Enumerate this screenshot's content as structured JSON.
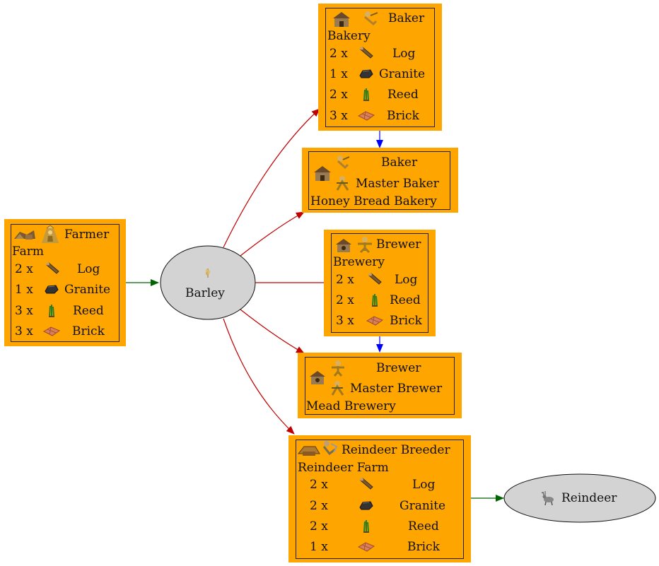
{
  "nodes": {
    "farmer": {
      "title": "Farmer",
      "subtitle": "Farm",
      "rows": [
        {
          "qty": "2 x",
          "name": "Log"
        },
        {
          "qty": "1 x",
          "name": "Granite"
        },
        {
          "qty": "3 x",
          "name": "Reed"
        },
        {
          "qty": "3 x",
          "name": "Brick"
        }
      ]
    },
    "barley": {
      "label": "Barley"
    },
    "baker": {
      "title": "Baker",
      "subtitle": "Bakery",
      "rows": [
        {
          "qty": "2 x",
          "name": "Log"
        },
        {
          "qty": "1 x",
          "name": "Granite"
        },
        {
          "qty": "2 x",
          "name": "Reed"
        },
        {
          "qty": "3 x",
          "name": "Brick"
        }
      ]
    },
    "honey_bakery": {
      "worker1": "Baker",
      "worker2": "Master Baker",
      "building": "Honey Bread Bakery"
    },
    "brewer": {
      "title": "Brewer",
      "subtitle": "Brewery",
      "rows": [
        {
          "qty": "2 x",
          "name": "Log"
        },
        {
          "qty": "2 x",
          "name": "Reed"
        },
        {
          "qty": "3 x",
          "name": "Brick"
        }
      ]
    },
    "mead_brewery": {
      "worker1": "Brewer",
      "worker2": "Master Brewer",
      "building": "Mead Brewery"
    },
    "reindeer_breeder": {
      "title": "Reindeer Breeder",
      "subtitle": "Reindeer Farm",
      "rows": [
        {
          "qty": "2 x",
          "name": "Log"
        },
        {
          "qty": "2 x",
          "name": "Granite"
        },
        {
          "qty": "2 x",
          "name": "Reed"
        },
        {
          "qty": "1 x",
          "name": "Brick"
        }
      ]
    },
    "reindeer": {
      "label": "Reindeer"
    }
  },
  "colors": {
    "node_fill": "#ffa500",
    "ellipse_fill": "#d3d3d3",
    "produces_edge": "#006400",
    "consumes_edge": "#c00000",
    "upgrade_edge": "#0000ff"
  }
}
